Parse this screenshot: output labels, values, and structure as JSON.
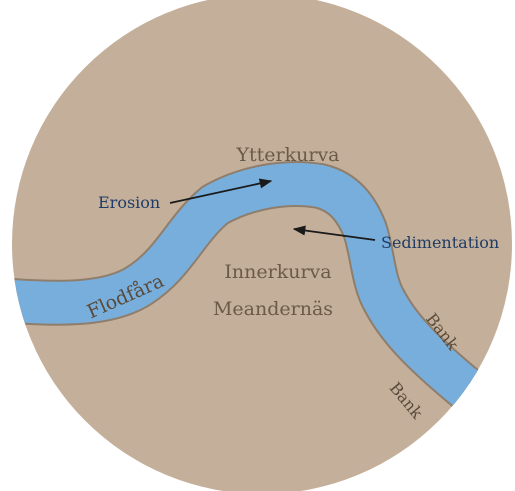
{
  "colors": {
    "land": "#c4b09a",
    "water": "#78aedc",
    "water_edge": "#8f7e6c",
    "label_brown": "#6b5a48",
    "label_blue": "#1f3c66",
    "arrow": "#1a1a1a"
  },
  "labels": {
    "outer_bend": "Ytterkurva",
    "erosion": "Erosion",
    "sedimentation": "Sedimentation",
    "inner_bend": "Innerkurva",
    "meander_neck": "Meandernäs",
    "channel": "Flodfåra",
    "bank_upper": "Bank",
    "bank_lower": "Bank"
  }
}
